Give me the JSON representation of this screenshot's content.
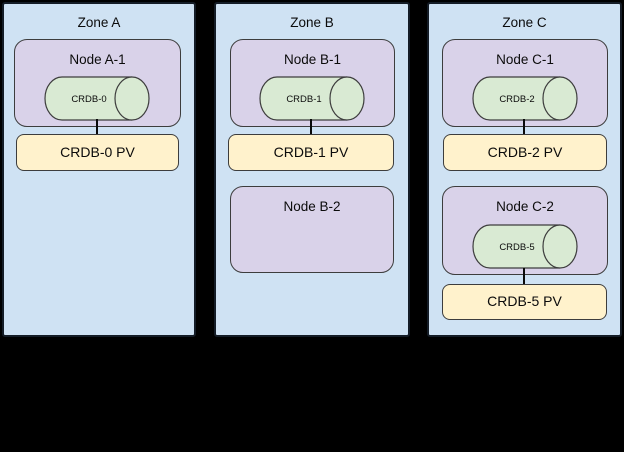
{
  "colors": {
    "background": "#000000",
    "zone_fill": "#cfe2f3",
    "zone_border": "#141c26",
    "node_fill": "#d9d2e9",
    "pod_fill": "#d9ead3",
    "pv_fill": "#fff2cc",
    "shape_border": "#3d3d3d",
    "connector": "#0a0a0a",
    "text": "#0b0b0b"
  },
  "zones": [
    {
      "label": "Zone A",
      "nodes": [
        {
          "label": "Node A-1",
          "pod": "CRDB-0",
          "pv": "CRDB-0 PV"
        }
      ]
    },
    {
      "label": "Zone B",
      "nodes": [
        {
          "label": "Node B-1",
          "pod": "CRDB-1",
          "pv": "CRDB-1 PV"
        },
        {
          "label": "Node B-2"
        }
      ]
    },
    {
      "label": "Zone C",
      "nodes": [
        {
          "label": "Node C-1",
          "pod": "CRDB-2",
          "pv": "CRDB-2 PV"
        },
        {
          "label": "Node C-2",
          "pod": "CRDB-5",
          "pv": "CRDB-5 PV"
        }
      ]
    }
  ]
}
